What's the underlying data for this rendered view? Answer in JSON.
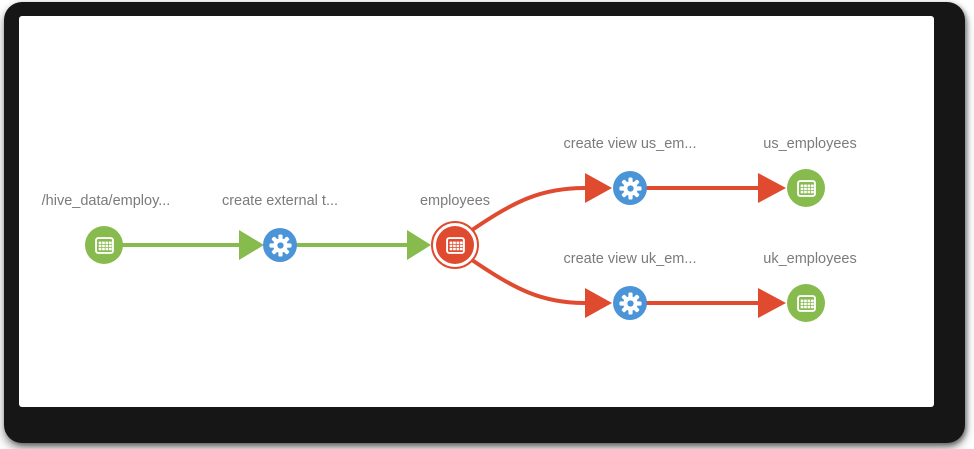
{
  "app": {
    "view": "lineage-graph",
    "background": "#ffffff",
    "frame_color": "#161616"
  },
  "diagram": {
    "colors": {
      "dataset_green": "#87BB4D",
      "process_blue": "#4B94D8",
      "selected_red": "#E04A2F",
      "edge_green": "#87BB4D",
      "edge_red": "#E04A2F",
      "label_gray": "#7B7B7B",
      "icon_white": "#FFFFFF"
    },
    "nodes": [
      {
        "id": "hive_data_path",
        "label": "/hive_data/employ...",
        "type": "dataset-table",
        "icon": "table-icon",
        "color": "#87BB4D",
        "selected": false
      },
      {
        "id": "create_external_table",
        "label": "create external t...",
        "type": "process",
        "icon": "gear-icon",
        "color": "#4B94D8",
        "selected": false
      },
      {
        "id": "employees",
        "label": "employees",
        "type": "dataset-table",
        "icon": "table-icon",
        "color": "#E04A2F",
        "selected": true
      },
      {
        "id": "create_view_us",
        "label": "create view us_em...",
        "type": "process",
        "icon": "gear-icon",
        "color": "#4B94D8",
        "selected": false
      },
      {
        "id": "us_employees",
        "label": "us_employees",
        "type": "dataset-table",
        "icon": "table-icon",
        "color": "#87BB4D",
        "selected": false
      },
      {
        "id": "create_view_uk",
        "label": "create view uk_em...",
        "type": "process",
        "icon": "gear-icon",
        "color": "#4B94D8",
        "selected": false
      },
      {
        "id": "uk_employees",
        "label": "uk_employees",
        "type": "dataset-table",
        "icon": "table-icon",
        "color": "#87BB4D",
        "selected": false
      }
    ],
    "edges": [
      {
        "from": "hive_data_path",
        "to": "create_external_table",
        "color": "#87BB4D",
        "shape": "straight-arrow"
      },
      {
        "from": "create_external_table",
        "to": "employees",
        "color": "#87BB4D",
        "shape": "straight-arrow"
      },
      {
        "from": "employees",
        "to": "create_view_us",
        "color": "#E04A2F",
        "shape": "curved-arrow"
      },
      {
        "from": "create_view_us",
        "to": "us_employees",
        "color": "#E04A2F",
        "shape": "straight-arrow"
      },
      {
        "from": "employees",
        "to": "create_view_uk",
        "color": "#E04A2F",
        "shape": "curved-arrow"
      },
      {
        "from": "create_view_uk",
        "to": "uk_employees",
        "color": "#E04A2F",
        "shape": "straight-arrow"
      }
    ]
  }
}
